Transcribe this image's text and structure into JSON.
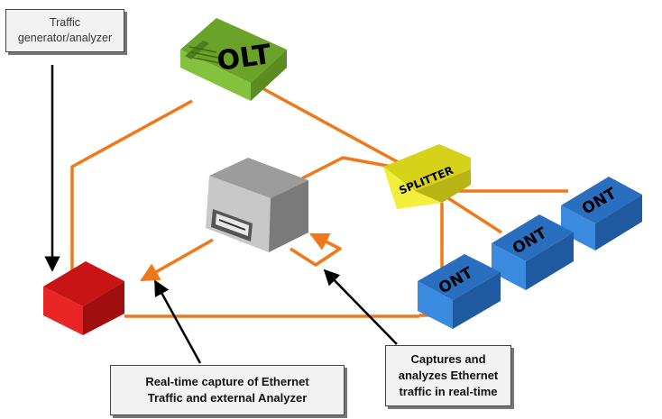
{
  "callouts": {
    "traffic_generator": {
      "line1": "Traffic",
      "line2": "generator/analyzer"
    },
    "realtime_capture": {
      "line1": "Real-time capture of Ethernet",
      "line2": "Traffic and external Analyzer"
    },
    "captures_analyzes": {
      "line1": "Captures and",
      "line2": "analyzes Ethernet",
      "line3": "traffic in real-time"
    }
  },
  "devices": {
    "olt": "OLT",
    "splitter": "SPLITTER",
    "ont": [
      "ONT",
      "ONT",
      "ONT"
    ]
  },
  "colors": {
    "fiber": "#f07818",
    "olt": "#84c13c",
    "splitter": "#e8e428",
    "ont": "#2f7fd6",
    "generator": "#e01a1a",
    "analyzer": "#b4b4b4"
  }
}
